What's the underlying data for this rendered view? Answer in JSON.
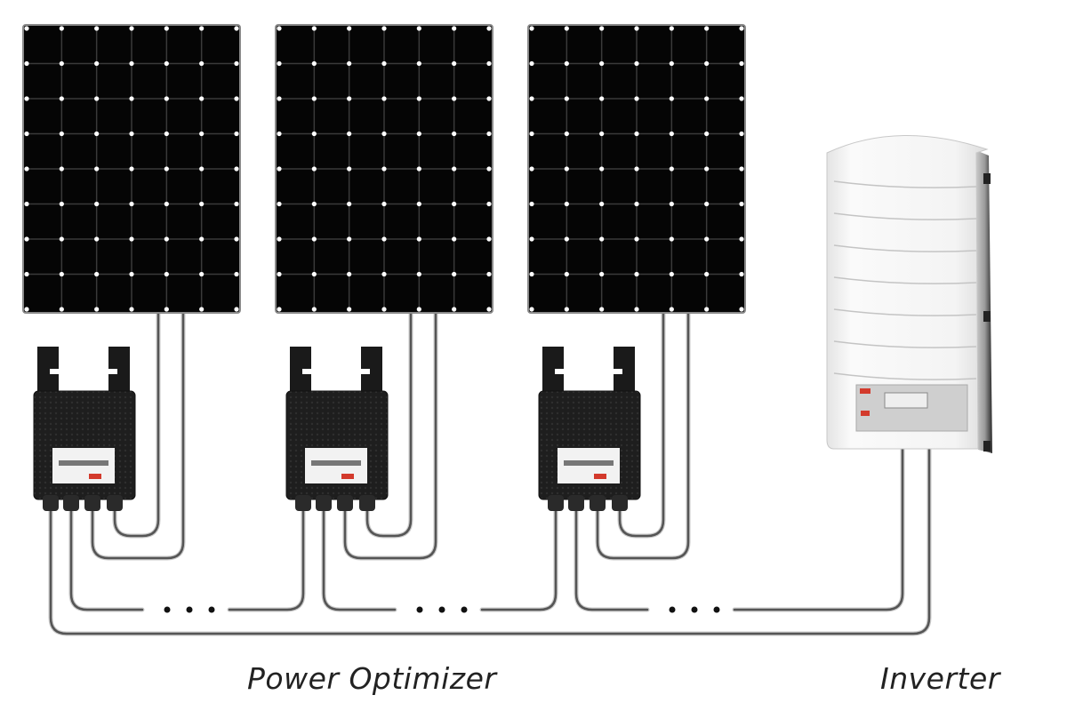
{
  "diagram": {
    "labels": {
      "optimizer": "Power Optimizer",
      "inverter": "Inverter"
    },
    "panel_count": 3,
    "panel_grid": {
      "columns": 6,
      "rows": 8
    },
    "colors": {
      "panel": "#050505",
      "panel_frame": "#8a8a8a",
      "cell_gap": "#ffffff",
      "wire": "#555555",
      "optimizer": "#1c1c1c",
      "inverter": "#f3f3f3",
      "accent": "#d33a2c"
    }
  }
}
